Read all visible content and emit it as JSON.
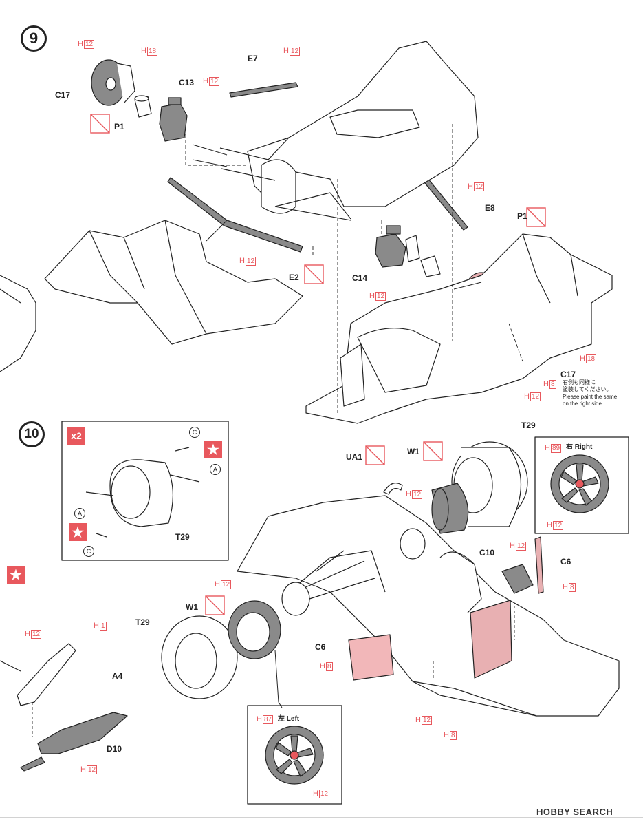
{
  "steps": {
    "step9": "9",
    "step10": "10"
  },
  "parts": {
    "c17_top": "C17",
    "p1_top": "P1",
    "c13": "C13",
    "e7": "E7",
    "e8": "E8",
    "p1_right": "P1",
    "e2": "E2",
    "c14": "C14",
    "c17_right": "C17",
    "t29_inset": "T29",
    "ua1": "UA1",
    "w1_right": "W1",
    "t29_right": "T29",
    "c10": "C10",
    "c6_right": "C6",
    "w1_left": "W1",
    "t29_left": "T29",
    "c6_left": "C6",
    "a4": "A4",
    "d10": "D10"
  },
  "paint": {
    "h_prefix": "H",
    "c17_top_code": "12",
    "c17_top_hub": "18",
    "c13_code": "12",
    "e7_code": "12",
    "e8_code": "12",
    "e2_code": "12",
    "c14_code": "12",
    "disc_18": "18",
    "disc_8": "8",
    "disc_12": "12",
    "right_wheel_center": "89",
    "right_wheel_rim": "12",
    "w1_right_code": "12",
    "c10_code": "12",
    "c6_right_code": "8",
    "w1_left_code": "12",
    "c6_left_code": "8",
    "body_12": "12",
    "body_8": "8",
    "left_wheel_center": "87",
    "left_wheel_rim": "12",
    "a4_h12": "12",
    "a4_h1": "1",
    "d10_code": "12"
  },
  "notes": {
    "right_side_jp": "右側も同様に\n塗装してください。",
    "right_side_en": "Please paint the same\non the right side"
  },
  "insets": {
    "right_label": "右 Right",
    "left_label": "左 Left",
    "x2": "x2",
    "star": "★",
    "letter_a": "A",
    "letter_c": "C"
  },
  "watermark": "HOBBY SEARCH",
  "colors": {
    "paint_red": "#e8585d",
    "part_gray": "#8a8a8a",
    "line": "#222222"
  }
}
